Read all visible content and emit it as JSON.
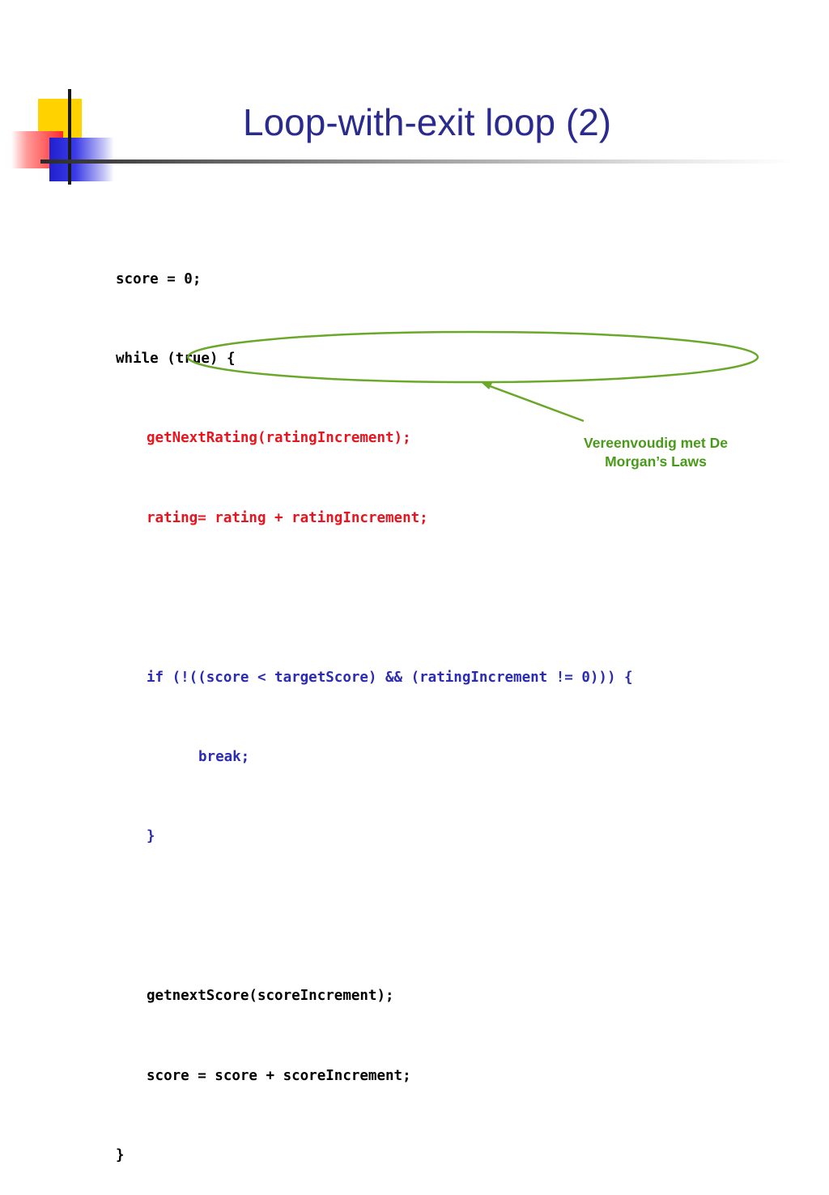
{
  "slide": {
    "title": "Loop-with-exit loop (2)",
    "annotation": {
      "line1": "Vereenvoudig met De",
      "line2": "Morgan’s Laws"
    },
    "code_lines": {
      "l1": "score = 0;",
      "l2": "while (true) {",
      "l3": "getNextRating(ratingIncrement);",
      "l4": "rating= rating + ratingIncrement;",
      "l5": "if (!((score < targetScore) && (ratingIncrement != 0))) {",
      "l6": "break;",
      "l7": "}",
      "l8": "getnextScore(scoreIncrement);",
      "l9": "score = score + scoreIncrement;",
      "l10": "}"
    },
    "colors": {
      "title": "#2b2b8f",
      "code_default": "#000000",
      "code_highlight_red": "#e8141e",
      "code_highlight_blue": "#2b2bb3",
      "annotation": "#4a9a1a",
      "ellipse": "#6aa82a"
    }
  }
}
